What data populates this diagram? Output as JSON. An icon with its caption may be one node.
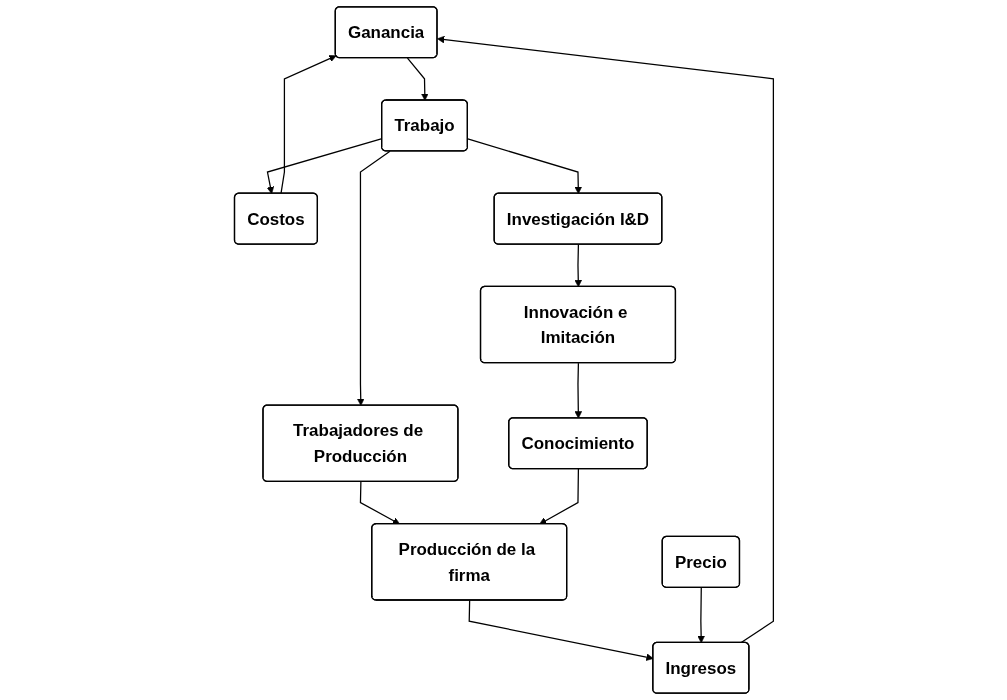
{
  "diagram": {
    "nodes": [
      {
        "text": [
          "Ganancia"
        ]
      },
      {
        "text": [
          "Trabajo"
        ]
      },
      {
        "text": [
          "Costos"
        ]
      },
      {
        "text": [
          "Investigación I&D"
        ]
      },
      {
        "text": [
          "Trabajadores de Producción"
        ]
      },
      {
        "text": [
          "Innovación e Imitación"
        ]
      },
      {
        "text": [
          "Producción de la firma"
        ]
      },
      {
        "text": [
          "Ingresos"
        ]
      },
      {
        "text": [
          "Conocimiento"
        ]
      },
      {
        "text": [
          "Precio"
        ]
      }
    ],
    "edges": [
      {
        "from": 0,
        "to": 1,
        "arrow": "to"
      },
      {
        "from": 1,
        "to": 2,
        "arrow": "to"
      },
      {
        "from": 2,
        "to": 0,
        "arrow": "to"
      },
      {
        "from": 1,
        "to": 3,
        "arrow": "to"
      },
      {
        "from": 1,
        "to": 4,
        "arrow": "to"
      },
      {
        "from": 3,
        "to": 5,
        "arrow": "to"
      },
      {
        "from": 4,
        "to": 6,
        "arrow": "to"
      },
      {
        "from": 5,
        "to": 8,
        "arrow": "to"
      },
      {
        "from": 8,
        "to": 6,
        "arrow": "to"
      },
      {
        "from": 6,
        "to": 7,
        "arrow": "to"
      },
      {
        "from": 7,
        "to": 0,
        "arrow": "to"
      },
      {
        "from": 9,
        "to": 7,
        "arrow": "to"
      }
    ]
  }
}
